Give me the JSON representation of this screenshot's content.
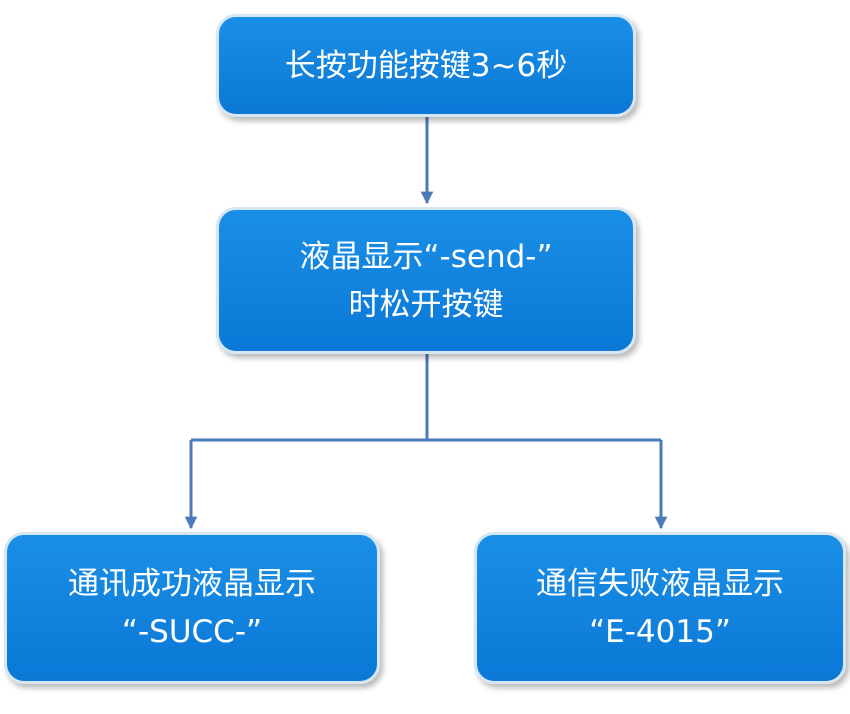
{
  "colors": {
    "node_fill": "#0b78d6",
    "node_border": "#d6e6f5",
    "connector": "#4d7ab8",
    "text": "#ffffff"
  },
  "nodes": {
    "start": {
      "line1": "长按功能按键3~6秒"
    },
    "send": {
      "line1": "液晶显示“-send-”",
      "line2": "时松开按键"
    },
    "success": {
      "line1": "通讯成功液晶显示",
      "line2": "“-SUCC-”"
    },
    "fail": {
      "line1": "通信失败液晶显示",
      "line2": "“E-4015”"
    }
  }
}
